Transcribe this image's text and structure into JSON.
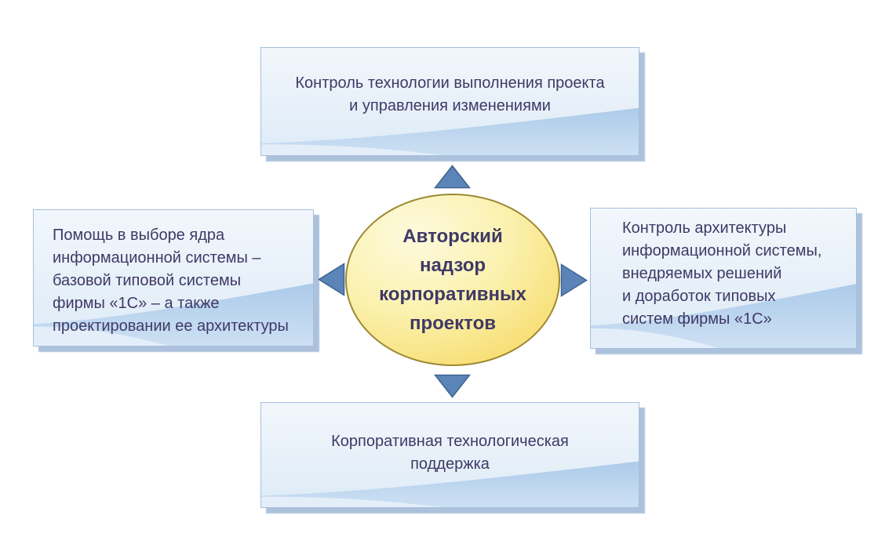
{
  "diagram_title": "Авторский надзор корпоративных проектов",
  "center": {
    "lines": [
      "Авторский",
      "надзор",
      "корпоративных",
      "проектов"
    ]
  },
  "boxes": {
    "top": {
      "lines": [
        "Контроль технологии выполнения проекта",
        "и управления изменениями"
      ]
    },
    "left": {
      "lines": [
        "Помощь в выборе ядра",
        "информационной системы –",
        "базовой типовой системы",
        "фирмы «1С» – а также",
        "проектировании ее архитектуры"
      ]
    },
    "right": {
      "lines": [
        "Контроль архитектуры",
        "информационной системы,",
        "внедряемых решений",
        "и доработок типовых",
        "систем фирмы «1С»"
      ]
    },
    "bottom": {
      "lines": [
        "Корпоративная технологическая",
        "поддержка"
      ]
    }
  },
  "arrows": [
    "up",
    "down",
    "left",
    "right"
  ],
  "colors": {
    "text": "#3f3966",
    "box_border": "#a7bfdc",
    "box_fill_light": "#f1f7fc",
    "box_fill_dark": "#ddebf7",
    "box_gloss_band": "#b3d0ec",
    "box_shadow": "#809fc7",
    "arrow_fill": "#5b84b8",
    "arrow_border": "#3e6390",
    "ellipse_light": "#fdfadd",
    "ellipse_dark": "#eec83c",
    "ellipse_border": "#9c8933",
    "background": "#ffffff"
  }
}
